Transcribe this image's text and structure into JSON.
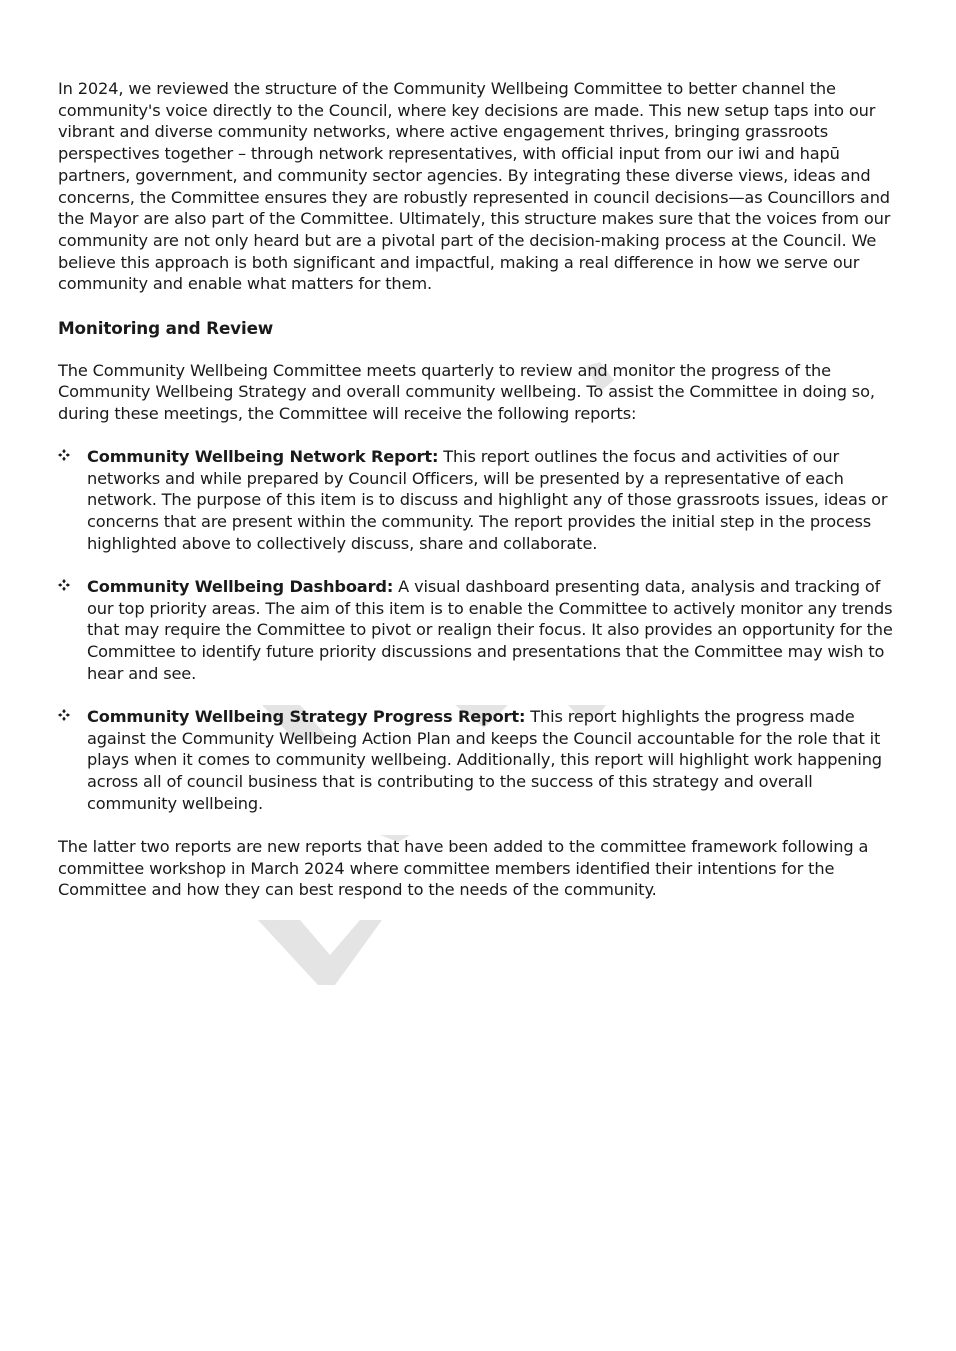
{
  "intro": {
    "paragraph": "In 2024, we reviewed the structure of the Community Wellbeing Committee to better channel the community's voice directly to the Council, where key decisions are made. This new setup taps into our vibrant and diverse community networks, where active engagement thrives, bringing grassroots perspectives together – through network representatives, with official input from our iwi and hapū partners, government, and community sector agencies. By integrating these diverse views, ideas and concerns, the Committee ensures they are robustly represented in council decisions—as Councillors and the Mayor are also part of the Committee. Ultimately, this structure makes sure that the voices from our community are not only heard but are a pivotal part of the decision-making process at the Council. We believe this approach is both significant and impactful, making a real difference in how we serve our community and enable what matters for them."
  },
  "monitoring": {
    "heading": "Monitoring and Review",
    "paragraph": "The Community Wellbeing Committee meets quarterly to review and monitor the progress of the Community Wellbeing Strategy and overall community wellbeing. To assist the Committee in doing so, during these meetings, the Committee will receive the following reports:"
  },
  "reports": [
    {
      "title": "Community Wellbeing Network Report:",
      "text": "This report outlines the focus and activities of our networks and while prepared by Council Officers, will be presented by a representative of each network. The purpose of this item is to discuss and highlight any of those grassroots issues, ideas or concerns that are present within the community. The report provides the initial step in the process highlighted above to collectively discuss, share and collaborate."
    },
    {
      "title": "Community Wellbeing Dashboard:",
      "text": "A visual dashboard presenting data, analysis and tracking of our top priority areas. The aim of this item is to enable the Committee to actively monitor any trends that may require the Committee to pivot or realign their focus. It also provides an opportunity for the Committee to identify future priority discussions and presentations that the Committee may wish to hear and see."
    },
    {
      "title": "Community Wellbeing Strategy Progress Report:",
      "text": "This report highlights the progress made against the Community Wellbeing Action Plan and keeps the Council accountable for the role that it plays when it comes to community wellbeing. Additionally, this report will highlight work happening across all of council business that is contributing to the success of this strategy and overall community wellbeing."
    }
  ],
  "closing": {
    "paragraph": "The latter two reports are new reports that have been added to the committee framework following a committee workshop in March 2024 where committee members identified their intentions for the Committee and how they can best respond to the needs of the community."
  },
  "icons": {
    "bullet": "four-diamond-bullet-icon",
    "watermark": "faint-grey-chevron-watermark"
  },
  "colors": {
    "text": "#1a1a1a",
    "watermark": "#d9d9d9"
  }
}
